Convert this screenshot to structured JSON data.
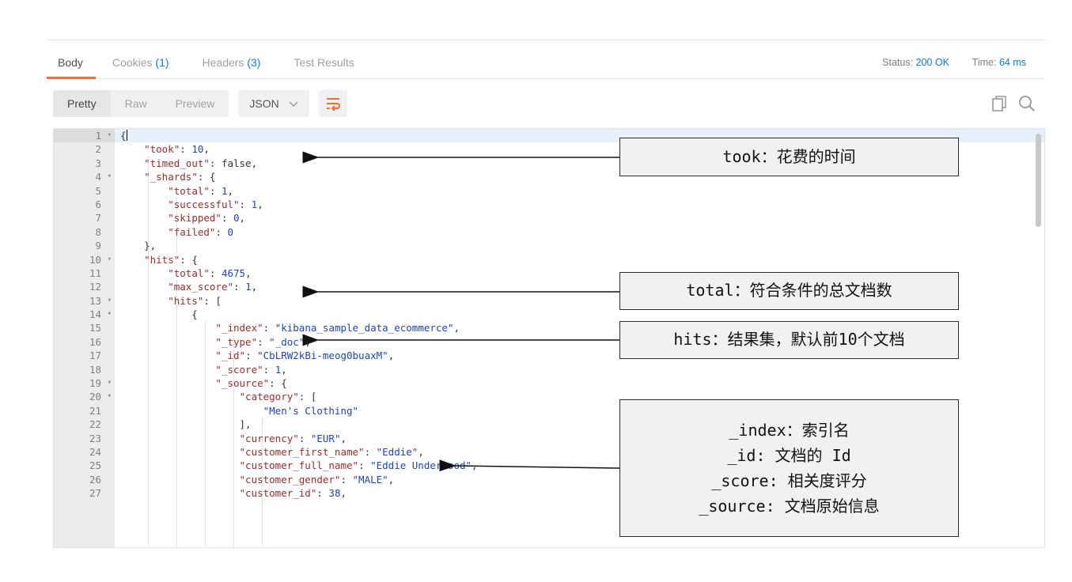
{
  "response_tabs": [
    {
      "label": "Body",
      "count": ""
    },
    {
      "label": "Cookies",
      "count": "(1)"
    },
    {
      "label": "Headers",
      "count": "(3)"
    },
    {
      "label": "Test Results",
      "count": ""
    }
  ],
  "status": {
    "label": "Status:",
    "value": "200 OK",
    "time_label": "Time:",
    "time_value": "64 ms"
  },
  "toolbar": {
    "pretty": "Pretty",
    "raw": "Raw",
    "preview": "Preview",
    "format": "JSON",
    "wrap_icon": "wrap-lines-icon"
  },
  "tool_icons": [
    "copy-icon",
    "search-icon"
  ],
  "colors": {
    "accent": "#f26b3a",
    "link": "#097bed",
    "key": "#a52a2a",
    "value": "#1f43c2"
  },
  "code_lines": [
    "{",
    "    \"took\": 10,",
    "    \"timed_out\": false,",
    "    \"_shards\": {",
    "        \"total\": 1,",
    "        \"successful\": 1,",
    "        \"skipped\": 0,",
    "        \"failed\": 0",
    "    },",
    "    \"hits\": {",
    "        \"total\": 4675,",
    "        \"max_score\": 1,",
    "        \"hits\": [",
    "            {",
    "                \"_index\": \"kibana_sample_data_ecommerce\",",
    "                \"_type\": \"_doc\",",
    "                \"_id\": \"CbLRW2kBi-meog0buaxM\",",
    "                \"_score\": 1,",
    "                \"_source\": {",
    "                    \"category\": [",
    "                        \"Men's Clothing\"",
    "                    ],",
    "                    \"currency\": \"EUR\",",
    "                    \"customer_first_name\": \"Eddie\",",
    "                    \"customer_full_name\": \"Eddie Underwood\",",
    "                    \"customer_gender\": \"MALE\",",
    "                    \"customer_id\": 38,"
  ],
  "foldable_lines": [
    1,
    4,
    10,
    13,
    14,
    19,
    20
  ],
  "annotations": {
    "took": "took：花费的时间",
    "total": "total：符合条件的总文档数",
    "hits": "hits：结果集，默认前10个文档",
    "doc_lines": [
      "_index：索引名",
      "_id: 文档的 Id",
      "_score: 相关度评分",
      "_source: 文档原始信息"
    ]
  }
}
